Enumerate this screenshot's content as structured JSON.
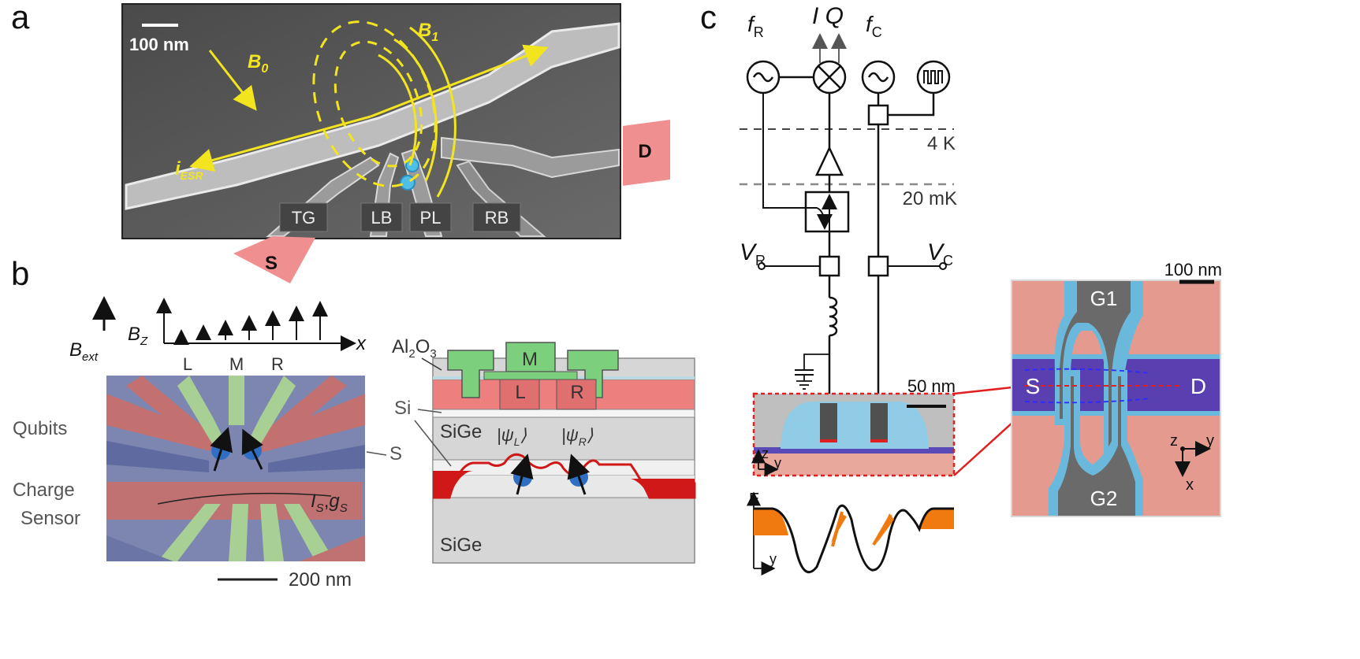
{
  "panel_a": {
    "letter": "a",
    "scale": "100 nm",
    "b0": "B",
    "b0_sub": "0",
    "b1": "B",
    "b1_sub": "1",
    "iesr": "i",
    "iesr_sub": "ESR",
    "gates": [
      "TG",
      "LB",
      "PL",
      "RB"
    ],
    "source": "S",
    "drain": "D"
  },
  "panel_b": {
    "letter": "b",
    "bext": "B",
    "bext_sub": "ext",
    "bz": "B",
    "bz_sub": "Z",
    "xaxis": "x",
    "dots": [
      "L",
      "M",
      "R"
    ],
    "label_qubits": "Qubits",
    "label_s": "S",
    "label_charge": "Charge",
    "label_sensor": "Sensor",
    "is_gs": "I",
    "is_sub": "S",
    "gs": "g",
    "gs_sub": "S",
    "scale": "200 nm",
    "oxide": "Al",
    "oxide_sub": "2",
    "oxide_tail": "O",
    "oxide_sub2": "3",
    "stack_m": "M",
    "stack_l": "L",
    "stack_r": "R",
    "si": "Si",
    "sige_top": "SiGe",
    "sige_bottom": "SiGe",
    "psi_l": "|ψ",
    "psi_l_sub": "L",
    "psi_close": "⟩",
    "psi_r": "|ψ",
    "psi_r_sub": "R"
  },
  "panel_c": {
    "letter": "c",
    "fr": "f",
    "fr_sub": "R",
    "iq": "I Q",
    "fc": "f",
    "fc_sub": "C",
    "temp_4k": "4 K",
    "temp_20mk": "20 mK",
    "vr": "V",
    "vr_sub": "R",
    "vc": "V",
    "vc_sub": "C",
    "scale_50": "50 nm",
    "axis_z": "z",
    "axis_y": "y",
    "energy": "E",
    "energy_axis": "y",
    "sem": {
      "scale": "100 nm",
      "g1": "G1",
      "g2": "G2",
      "s": "S",
      "d": "D",
      "axis_z": "z",
      "axis_y": "y",
      "axis_x": "x"
    }
  },
  "colors": {
    "yellow": "#f2e520",
    "pink_pad": "#f08f8f",
    "sem_bg": "#5a5a5a",
    "gate_red": "#c46a6a",
    "gate_green": "#9ccf8a",
    "gate_blue": "#6878a8",
    "dot_blue": "#2e6fc4",
    "orange": "#f07a10",
    "sem_c_bg": "#e59a90",
    "sem_c_cyan": "#6ab9dc",
    "sem_c_purple": "#5a3fb0"
  }
}
